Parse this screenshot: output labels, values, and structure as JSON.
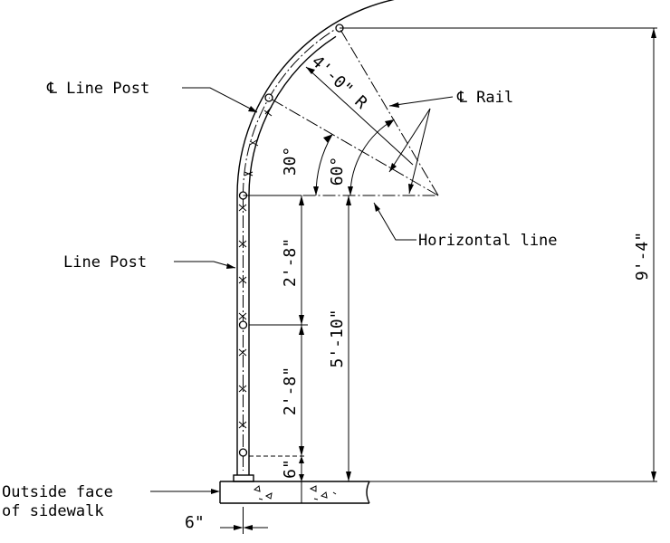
{
  "labels": {
    "cl_line_post": "℄ Line Post",
    "cl_rail": "℄ Rail",
    "line_post": "Line Post",
    "horizontal_line": "Horizontal line",
    "outside_face_1": "Outside face",
    "outside_face_2": "of sidewalk"
  },
  "dimensions": {
    "radius": "4'-0\" R",
    "angle_30": "30°",
    "angle_60": "60°",
    "post_upper": "2'-8\"",
    "post_lower": "2'-8\"",
    "height_to_horizontal": "5'-10\"",
    "total_height": "9'-4\"",
    "base_offset": "6\"",
    "bottom_offset": "6\""
  }
}
